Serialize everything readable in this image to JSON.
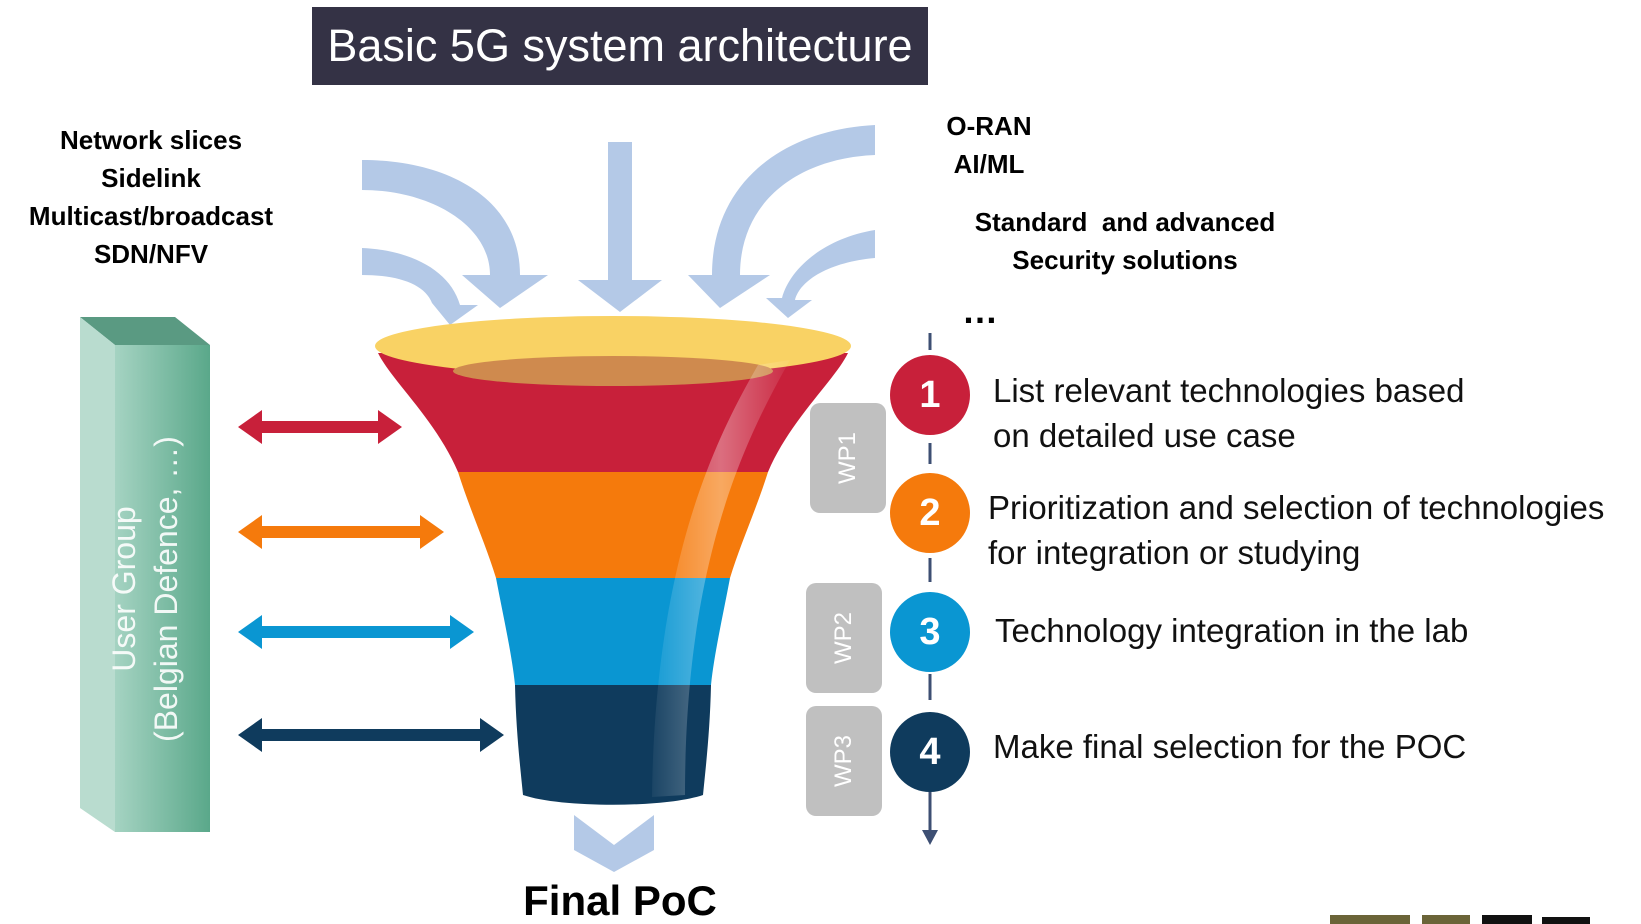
{
  "title": "Basic 5G system architecture",
  "left_technologies": [
    "Network slices",
    "Sidelink",
    "Multicast/broadcast",
    "SDN/NFV"
  ],
  "right_technologies_top": [
    "O-RAN",
    "AI/ML"
  ],
  "right_technologies_bottom": [
    "Standard  and advanced",
    "Security solutions"
  ],
  "ellipsis": "…",
  "user_group": {
    "line1": "User Group",
    "line2": "(Belgian Defence, …)"
  },
  "work_packages": [
    "WP1",
    "WP2",
    "WP3"
  ],
  "steps": [
    {
      "number": "1",
      "line1": "List relevant technologies based",
      "line2": "on detailed use case",
      "color": "#c8203a"
    },
    {
      "number": "2",
      "line1": "Prioritization and selection of technologies",
      "line2": "for integration or studying",
      "color": "#f57a0c"
    },
    {
      "number": "3",
      "line1": "Technology integration in the lab",
      "line2": "",
      "color": "#0a96d2"
    },
    {
      "number": "4",
      "line1": "Make final selection for the POC",
      "line2": "",
      "color": "#0f3b5d"
    }
  ],
  "funnel_colors": {
    "rim": "#f9d264",
    "inner": "#cf8a4e",
    "layer1": "#c8203a",
    "layer2": "#f57a0c",
    "layer3": "#0a96d2",
    "layer4": "#0f3b5d"
  },
  "arrow_color": "#b4c9e7",
  "user_group_color": "#6fb59a",
  "final_label": "Final PoC",
  "logo_color": "#6b6438"
}
